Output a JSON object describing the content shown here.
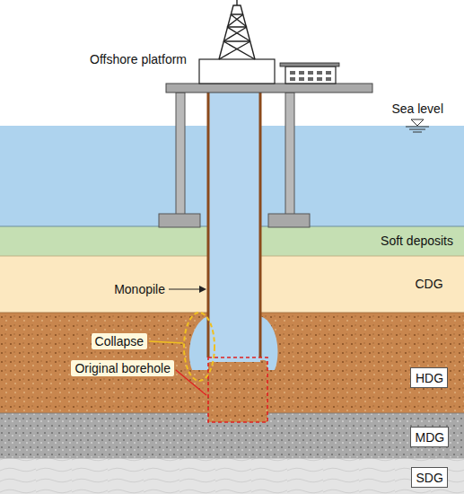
{
  "diagram": {
    "nodes": [
      {
        "text": [
          "HDG"
        ]
      },
      {
        "text": [
          "MDG"
        ]
      },
      {
        "text": [
          "SDG"
        ]
      }
    ],
    "labels": [
      "Offshore platform",
      "Sea level",
      "Soft deposits",
      "CDG",
      "Monopile",
      "Collapse",
      "Original borehole"
    ]
  }
}
